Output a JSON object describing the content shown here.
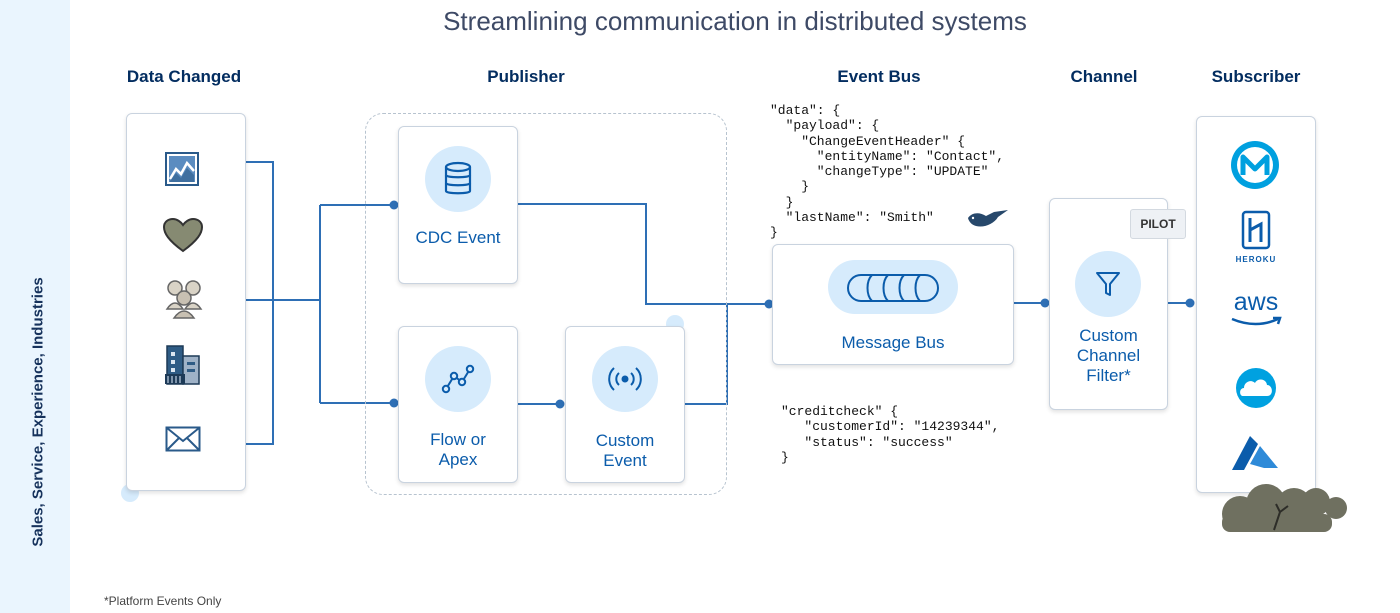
{
  "title": "Streamlining communication in distributed systems",
  "side_label": "Sales, Service, Experience, Industries",
  "columns": {
    "data_changed": "Data Changed",
    "publisher": "Publisher",
    "event_bus": "Event Bus",
    "channel": "Channel",
    "subscriber": "Subscriber"
  },
  "data_changed_icons": [
    "sales-chart-icon",
    "heart-icon",
    "people-icon",
    "building-icon",
    "envelope-icon"
  ],
  "publisher": {
    "cdc_event": "CDC Event",
    "flow_or_apex_line1": "Flow or",
    "flow_or_apex_line2": "Apex",
    "custom_event_line1": "Custom",
    "custom_event_line2": "Event"
  },
  "event_bus": {
    "message_bus": "Message Bus",
    "code_top": [
      "\"data\": {",
      "  \"payload\": {",
      "    \"ChangeEventHeader\" {",
      "      \"entityName\": \"Contact\",",
      "      \"changeType\": \"UPDATE\"",
      "    }",
      "  }",
      "  \"lastName\": \"Smith\"",
      "}"
    ],
    "code_bottom": [
      "\"creditcheck\" {",
      "   \"customerId\": \"14239344\",",
      "   \"status\": \"success\"",
      "}"
    ]
  },
  "channel": {
    "line1": "Custom",
    "line2": "Channel",
    "line3": "Filter*",
    "badge": "PILOT"
  },
  "subscribers": {
    "icons": [
      "mulesoft-icon",
      "heroku-icon",
      "aws-icon",
      "cloud-icon",
      "azure-icon"
    ],
    "heroku_text": "HEROKU",
    "aws_text": "aws"
  },
  "footnote": "*Platform Events Only",
  "colors": {
    "accent": "#0b5cab",
    "line": "#2e6fb5",
    "circle": "#d6ebfc",
    "sidebar": "#eaf5fe"
  }
}
